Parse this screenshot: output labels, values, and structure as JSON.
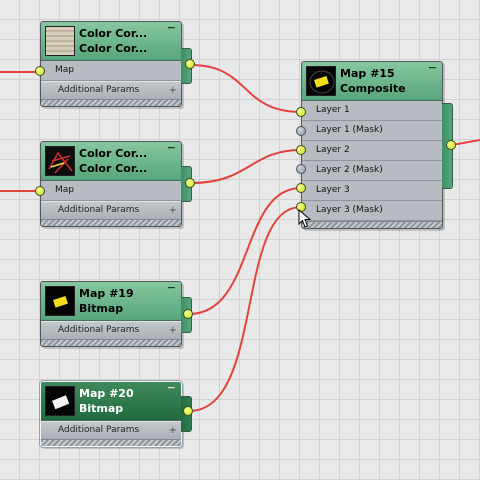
{
  "nodes": {
    "cc1": {
      "title1": "Color  Cor...",
      "title2": "Color  Cor...",
      "input": "Map",
      "additional": "Additional Params"
    },
    "cc2": {
      "title1": "Color  Cor...",
      "title2": "Color  Cor...",
      "input": "Map",
      "additional": "Additional Params"
    },
    "map19": {
      "title1": "Map #19",
      "title2": "Bitmap",
      "additional": "Additional Params"
    },
    "map20": {
      "title1": "Map #20",
      "title2": "Bitmap",
      "additional": "Additional Params"
    },
    "map15": {
      "title1": "Map #15",
      "title2": "Composite",
      "layers": [
        "Layer 1",
        "Layer 1 (Mask)",
        "Layer 2",
        "Layer 2 (Mask)",
        "Layer 3",
        "Layer 3 (Mask)"
      ]
    }
  },
  "icons": {
    "collapse": "−",
    "expand": "+"
  },
  "colors": {
    "wire": "#e2443c",
    "socket_active": "#d6ee2a",
    "socket_inactive": "#98a2ac",
    "header_green": "#5fa982",
    "header_selected": "#2b7349"
  }
}
